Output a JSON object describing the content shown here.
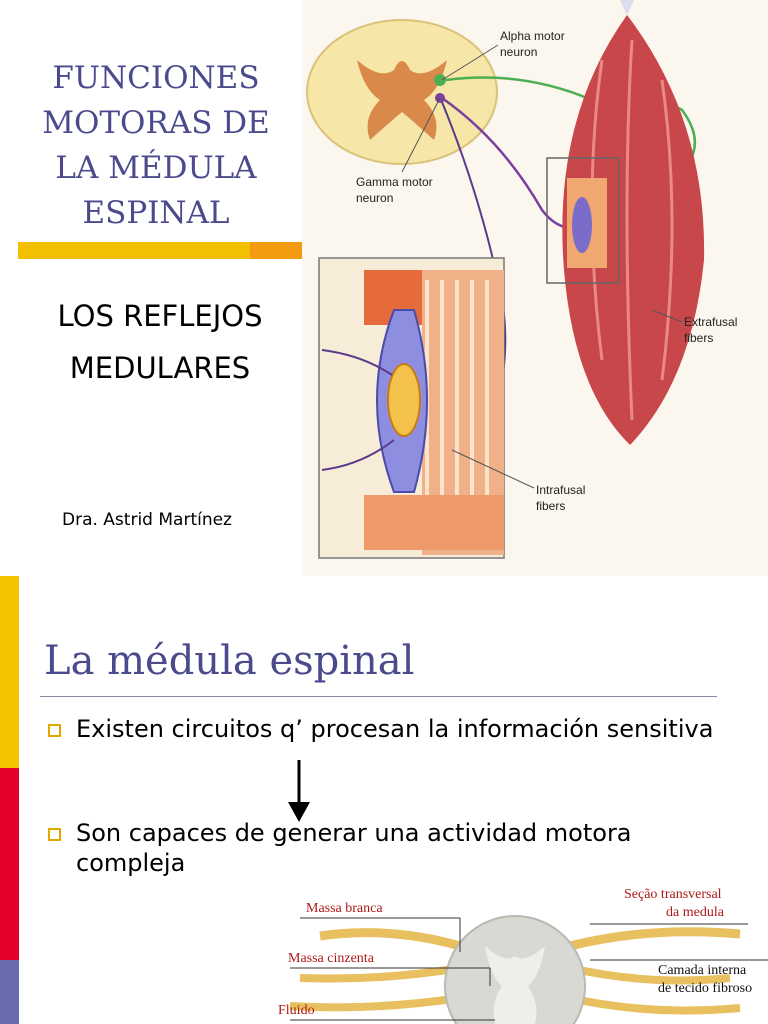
{
  "slide1": {
    "title_lines": [
      "FUNCIONES",
      "MOTORAS DE",
      "LA MÉDULA",
      "ESPINAL"
    ],
    "subtitle_lines": [
      "LOS REFLEJOS",
      "MEDULARES"
    ],
    "author": "Dra. Astrid Martínez",
    "figure_labels": {
      "alpha_1": "Alpha motor",
      "alpha_2": "neuron",
      "gamma_1": "Gamma motor",
      "gamma_2": "neuron",
      "extra_1": "Extrafusal",
      "extra_2": "fibers",
      "intra_1": "Intrafusal",
      "intra_2": "fibers"
    }
  },
  "slide2": {
    "title": "La médula espinal",
    "bullets": [
      "Existen circuitos q’ procesan la información sensitiva",
      "Son capaces de generar una actividad motora compleja"
    ],
    "figure_labels": {
      "massa_branca": "Massa branca",
      "massa_cinzenta": "Massa cinzenta",
      "fluido": "Fluido",
      "secao_1": "Seção transversal",
      "secao_2": "da medula",
      "camada_1": "Camada interna",
      "camada_2": "de tecido fibroso"
    }
  },
  "colors": {
    "title": "#4a4a8c",
    "accent_yellow": "#f2c000",
    "accent_orange": "#f39c12",
    "bar_red": "#e4002b",
    "bar_purple": "#6b6bb0",
    "annotation_red": "#b01818"
  }
}
